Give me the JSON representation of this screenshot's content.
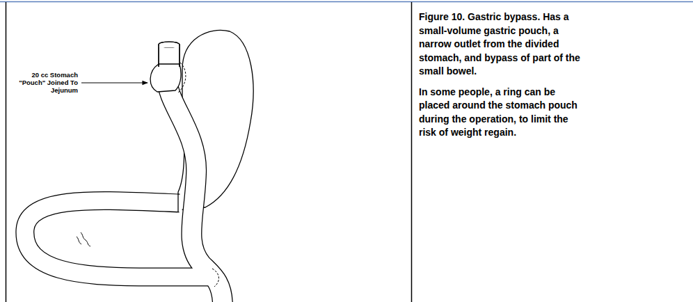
{
  "diagram": {
    "caption": "Figure 10. Gastric bypass. Has a small-volume gastric pouch, a narrow outlet from the divided stomach, and bypass of part of the small bowel.",
    "labels": [
      "20 cc Stomach \"Pouch\" Joined To Jejunum",
      "In some people, a ring can be placed around the stomach pouch during the operation, to limit the risk of weight regain."
    ]
  }
}
